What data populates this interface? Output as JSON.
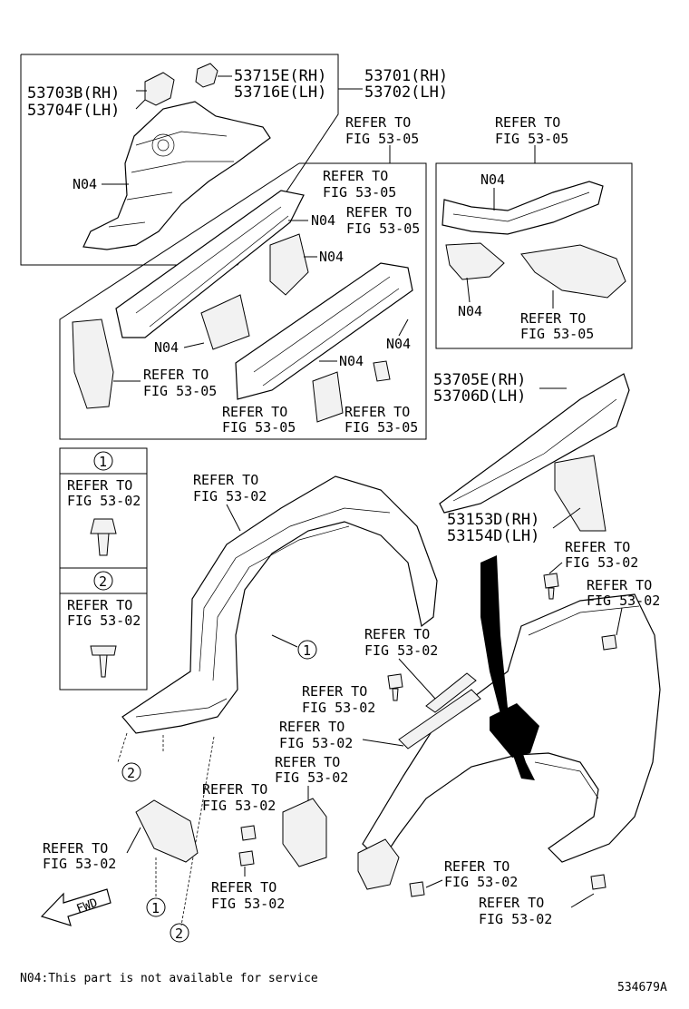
{
  "parts": {
    "p53703": [
      "53703B(RH)",
      "53704F(LH)"
    ],
    "p53715": [
      "53715E(RH)",
      "53716E(LH)"
    ],
    "p53701": [
      "53701(RH)",
      "53702(LH)"
    ],
    "p53705": [
      "53705E(RH)",
      "53706D(LH)"
    ],
    "p53153": [
      "53153D(RH)",
      "53154D(LH)"
    ]
  },
  "refs": {
    "refer_to": "REFER TO",
    "fig_53_05": "FIG 53-05",
    "fig_53_02": "FIG 53-02"
  },
  "markers": {
    "n04": "N04",
    "one": "1",
    "two": "2"
  },
  "legend": {
    "fwd": "FWD"
  },
  "footer": {
    "note": "N04:This part is not available for service",
    "diagram_id": "534679A"
  }
}
